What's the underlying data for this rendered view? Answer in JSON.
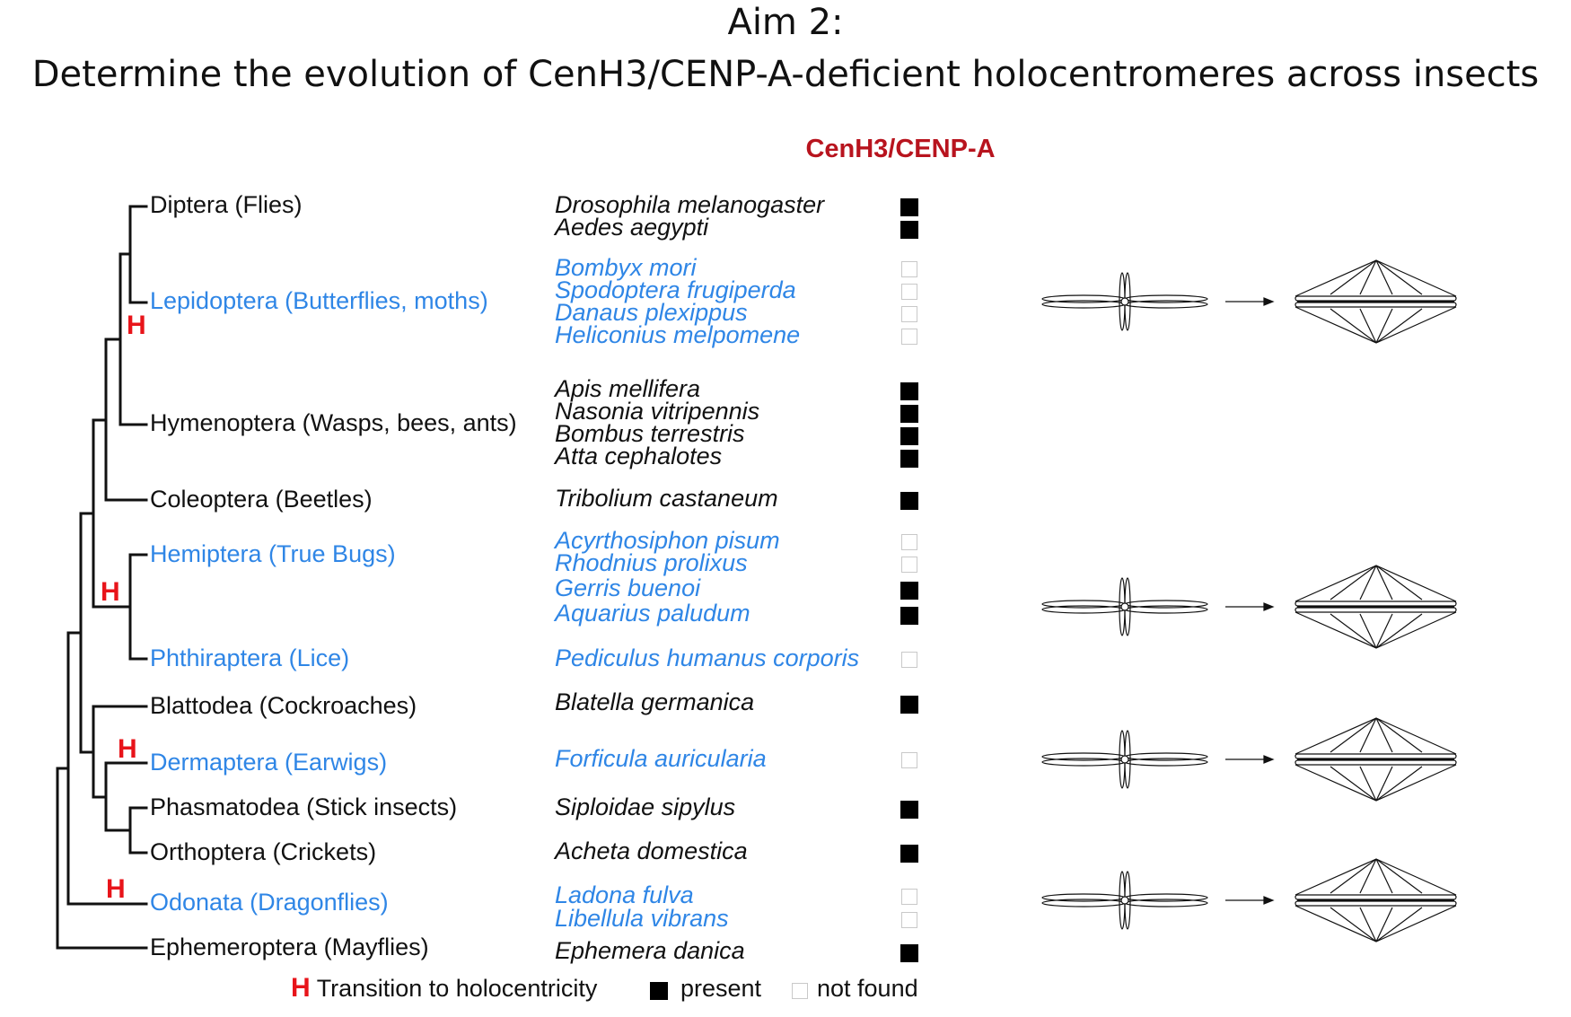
{
  "title": {
    "line1": "Aim 2:",
    "line2": "Determine the evolution of CenH3/CENP-A-deficient holocentromeres across insects"
  },
  "column_header": "CenH3/CENP-A",
  "orders": [
    {
      "label": "Diptera (Flies)",
      "color": "black"
    },
    {
      "label": "Lepidoptera (Butterflies, moths)",
      "color": "blue"
    },
    {
      "label": "Hymenoptera (Wasps, bees, ants)",
      "color": "black"
    },
    {
      "label": "Coleoptera (Beetles)",
      "color": "black"
    },
    {
      "label": "Hemiptera (True Bugs)",
      "color": "blue"
    },
    {
      "label": "Phthiraptera (Lice)",
      "color": "blue"
    },
    {
      "label": "Blattodea (Cockroaches)",
      "color": "black"
    },
    {
      "label": "Dermaptera (Earwigs)",
      "color": "blue"
    },
    {
      "label": "Phasmatodea (Stick insects)",
      "color": "black"
    },
    {
      "label": "Orthoptera (Crickets)",
      "color": "black"
    },
    {
      "label": "Odonata (Dragonflies)",
      "color": "blue"
    },
    {
      "label": "Ephemeroptera (Mayflies)",
      "color": "black"
    }
  ],
  "species": [
    {
      "name": "Drosophila melanogaster",
      "color": "black",
      "cenh3": "present"
    },
    {
      "name": "Aedes aegypti",
      "color": "black",
      "cenh3": "present"
    },
    {
      "name": "Bombyx mori",
      "color": "blue",
      "cenh3": "not found"
    },
    {
      "name": "Spodoptera frugiperda",
      "color": "blue",
      "cenh3": "not found"
    },
    {
      "name": "Danaus plexippus",
      "color": "blue",
      "cenh3": "not found"
    },
    {
      "name": "Heliconius melpomene",
      "color": "blue",
      "cenh3": "not found"
    },
    {
      "name": "Apis mellifera",
      "color": "black",
      "cenh3": "present"
    },
    {
      "name": "Nasonia vitripennis",
      "color": "black",
      "cenh3": "present"
    },
    {
      "name": "Bombus terrestris",
      "color": "black",
      "cenh3": "present"
    },
    {
      "name": "Atta cephalotes",
      "color": "black",
      "cenh3": "present"
    },
    {
      "name": "Tribolium castaneum",
      "color": "black",
      "cenh3": "present"
    },
    {
      "name": "Acyrthosiphon pisum",
      "color": "blue",
      "cenh3": "not found"
    },
    {
      "name": "Rhodnius prolixus",
      "color": "blue",
      "cenh3": "not found"
    },
    {
      "name": "Gerris buenoi",
      "color": "blue",
      "cenh3": "present"
    },
    {
      "name": "Aquarius paludum",
      "color": "blue",
      "cenh3": "present"
    },
    {
      "name": "Pediculus humanus corporis",
      "color": "blue",
      "cenh3": "not found"
    },
    {
      "name": "Blatella germanica",
      "color": "black",
      "cenh3": "present"
    },
    {
      "name": "Forficula auricularia",
      "color": "blue",
      "cenh3": "not found"
    },
    {
      "name": "Siploidae sipylus",
      "color": "black",
      "cenh3": "present"
    },
    {
      "name": "Acheta domestica",
      "color": "black",
      "cenh3": "present"
    },
    {
      "name": "Ladona fulva",
      "color": "blue",
      "cenh3": "not found"
    },
    {
      "name": "Libellula vibrans",
      "color": "blue",
      "cenh3": "not found"
    },
    {
      "name": "Ephemera danica",
      "color": "black",
      "cenh3": "present"
    }
  ],
  "h_marks": [
    "H",
    "H",
    "H",
    "H"
  ],
  "legend": {
    "h_symbol": "H",
    "h_label": "Transition to holocentricity",
    "present_label": "present",
    "absent_label": "not found"
  },
  "colors": {
    "holocentric_blue": "#2f86e6",
    "h_red": "#e8141a",
    "header_red": "#b8141e",
    "black": "#111111"
  }
}
